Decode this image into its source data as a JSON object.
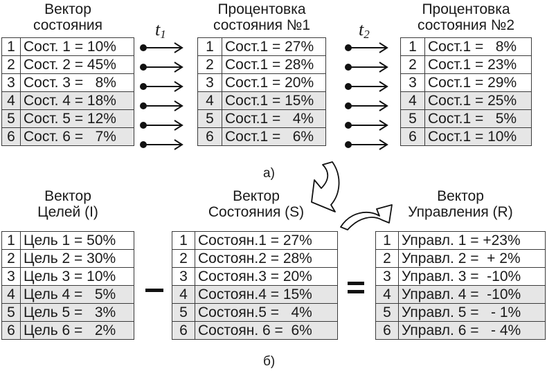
{
  "part_a": {
    "caption": "а)",
    "time_labels": [
      {
        "t": "t",
        "sub": "1"
      },
      {
        "t": "t",
        "sub": "2"
      }
    ],
    "tables": [
      {
        "title": "Вектор\nсостояния",
        "rows": [
          {
            "idx": "1",
            "text": "Сост. 1 = 10%"
          },
          {
            "idx": "2",
            "text": "Сост. 2 = 45%"
          },
          {
            "idx": "3",
            "text": "Сост. 3 =   8%"
          },
          {
            "idx": "4",
            "text": "Сост. 4 = 18%"
          },
          {
            "idx": "5",
            "text": "Сост. 5 = 12%"
          },
          {
            "idx": "6",
            "text": "Сост. 6 =   7%"
          }
        ]
      },
      {
        "title": "Процентовка\nсостояния №1",
        "rows": [
          {
            "idx": "1",
            "text": "Сост.1 = 27%"
          },
          {
            "idx": "2",
            "text": "Сост.1 = 28%"
          },
          {
            "idx": "3",
            "text": "Сост.1 = 20%"
          },
          {
            "idx": "4",
            "text": "Сост.1 = 15%"
          },
          {
            "idx": "5",
            "text": "Сост.1 =   4%"
          },
          {
            "idx": "6",
            "text": "Сост.1 =   6%"
          }
        ]
      },
      {
        "title": "Процентовка\nсостояния №2",
        "rows": [
          {
            "idx": "1",
            "text": "Сост.1 =   8%"
          },
          {
            "idx": "2",
            "text": "Сост.1 = 23%"
          },
          {
            "idx": "3",
            "text": "Сост.1 = 29%"
          },
          {
            "idx": "4",
            "text": "Сост.1 = 25%"
          },
          {
            "idx": "5",
            "text": "Сост.1 =   5%"
          },
          {
            "idx": "6",
            "text": "Сост.1 = 10%"
          }
        ]
      }
    ]
  },
  "part_b": {
    "caption": "б)",
    "minus": "−",
    "equals": "=",
    "tables": [
      {
        "title": "Вектор\nЦелей (I)",
        "rows": [
          {
            "idx": "1",
            "text": "Цель 1 = 50%"
          },
          {
            "idx": "2",
            "text": "Цель 2 = 30%"
          },
          {
            "idx": "3",
            "text": "Цель 3 = 10%"
          },
          {
            "idx": "4",
            "text": "Цель 4 =   5%"
          },
          {
            "idx": "5",
            "text": "Цель 5 =   3%"
          },
          {
            "idx": "6",
            "text": "Цель 6 =   2%"
          }
        ]
      },
      {
        "title": "Вектор\nСостояния (S)",
        "rows": [
          {
            "idx": "1",
            "text": "Состоян.1 = 27%"
          },
          {
            "idx": "2",
            "text": "Состоян.2 = 28%"
          },
          {
            "idx": "3",
            "text": "Состоян.3 = 20%"
          },
          {
            "idx": "4",
            "text": "Состоян.4 = 15%"
          },
          {
            "idx": "5",
            "text": "Состоян.5 =   4%"
          },
          {
            "idx": "6",
            "text": "Состоян. 6 =  6%"
          }
        ]
      },
      {
        "title": "Вектор\nУправления (R)",
        "rows": [
          {
            "idx": "1",
            "text": "Управл. 1 = +23%"
          },
          {
            "idx": "2",
            "text": "Управл. 2 =  + 2%"
          },
          {
            "idx": "3",
            "text": "Управл. 3 =  -10%"
          },
          {
            "idx": "4",
            "text": "Управл. 4 =  -10%"
          },
          {
            "idx": "5",
            "text": "Управл. 5 =   - 1%"
          },
          {
            "idx": "6",
            "text": "Управл. 6 =   - 4%"
          }
        ]
      }
    ]
  }
}
